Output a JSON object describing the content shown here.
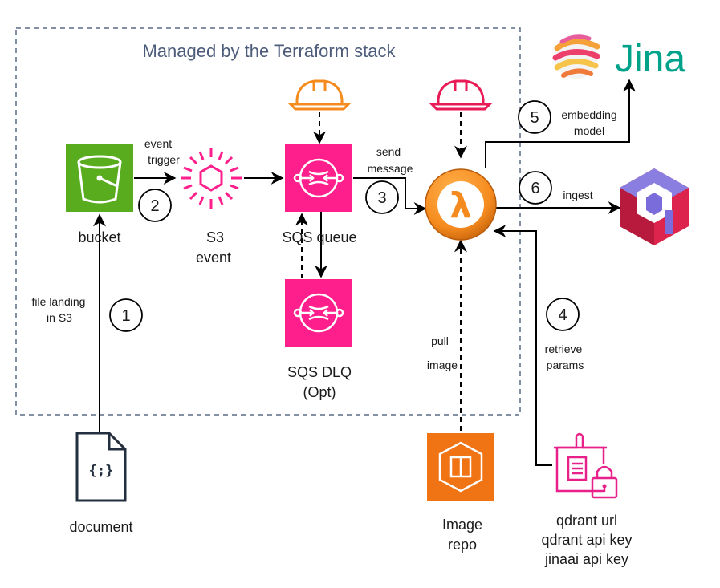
{
  "boundary_title": "Managed by the Terraform stack",
  "nodes": {
    "bucket": "bucket",
    "s3_event_line1": "S3",
    "s3_event_line2": "event",
    "sqs_queue": "SQS queue",
    "sqs_dlq_line1": "SQS DLQ",
    "sqs_dlq_line2": "(Opt)",
    "document": "document",
    "image_repo_line1": "Image",
    "image_repo_line2": "repo",
    "secrets_line1": "qdrant url",
    "secrets_line2": "qdrant api key",
    "secrets_line3": "jinaai api key",
    "jina_logo_text": "Jina",
    "lambda_symbol": "λ",
    "document_glyph": "{;}"
  },
  "edge_labels": {
    "event_trigger_1": "event",
    "event_trigger_2": "trigger",
    "send_message_1": "send",
    "send_message_2": "message",
    "file_landing_1": "file landing",
    "file_landing_2": "in S3",
    "pull": "pull",
    "image": "image",
    "retrieve_1": "retrieve",
    "retrieve_2": "params",
    "embedding_1": "embedding",
    "embedding_2": "model",
    "ingest": "ingest"
  },
  "steps": [
    "1",
    "2",
    "3",
    "4",
    "5",
    "6"
  ],
  "colors": {
    "s3": "#5AAC1F",
    "sqs": "#FF1F8C",
    "event": "#FF1F8C",
    "lambda": "#F58B1F",
    "ecr": "#F07314",
    "secrets": "#E8208A",
    "jina_text": "#00A389",
    "qdrant": "#DC244C",
    "qdrant_block": "#7A6DDB",
    "helmet_orange": "#F58B1F",
    "helmet_pink": "#E81B57",
    "boundary": "#5A6B86"
  }
}
